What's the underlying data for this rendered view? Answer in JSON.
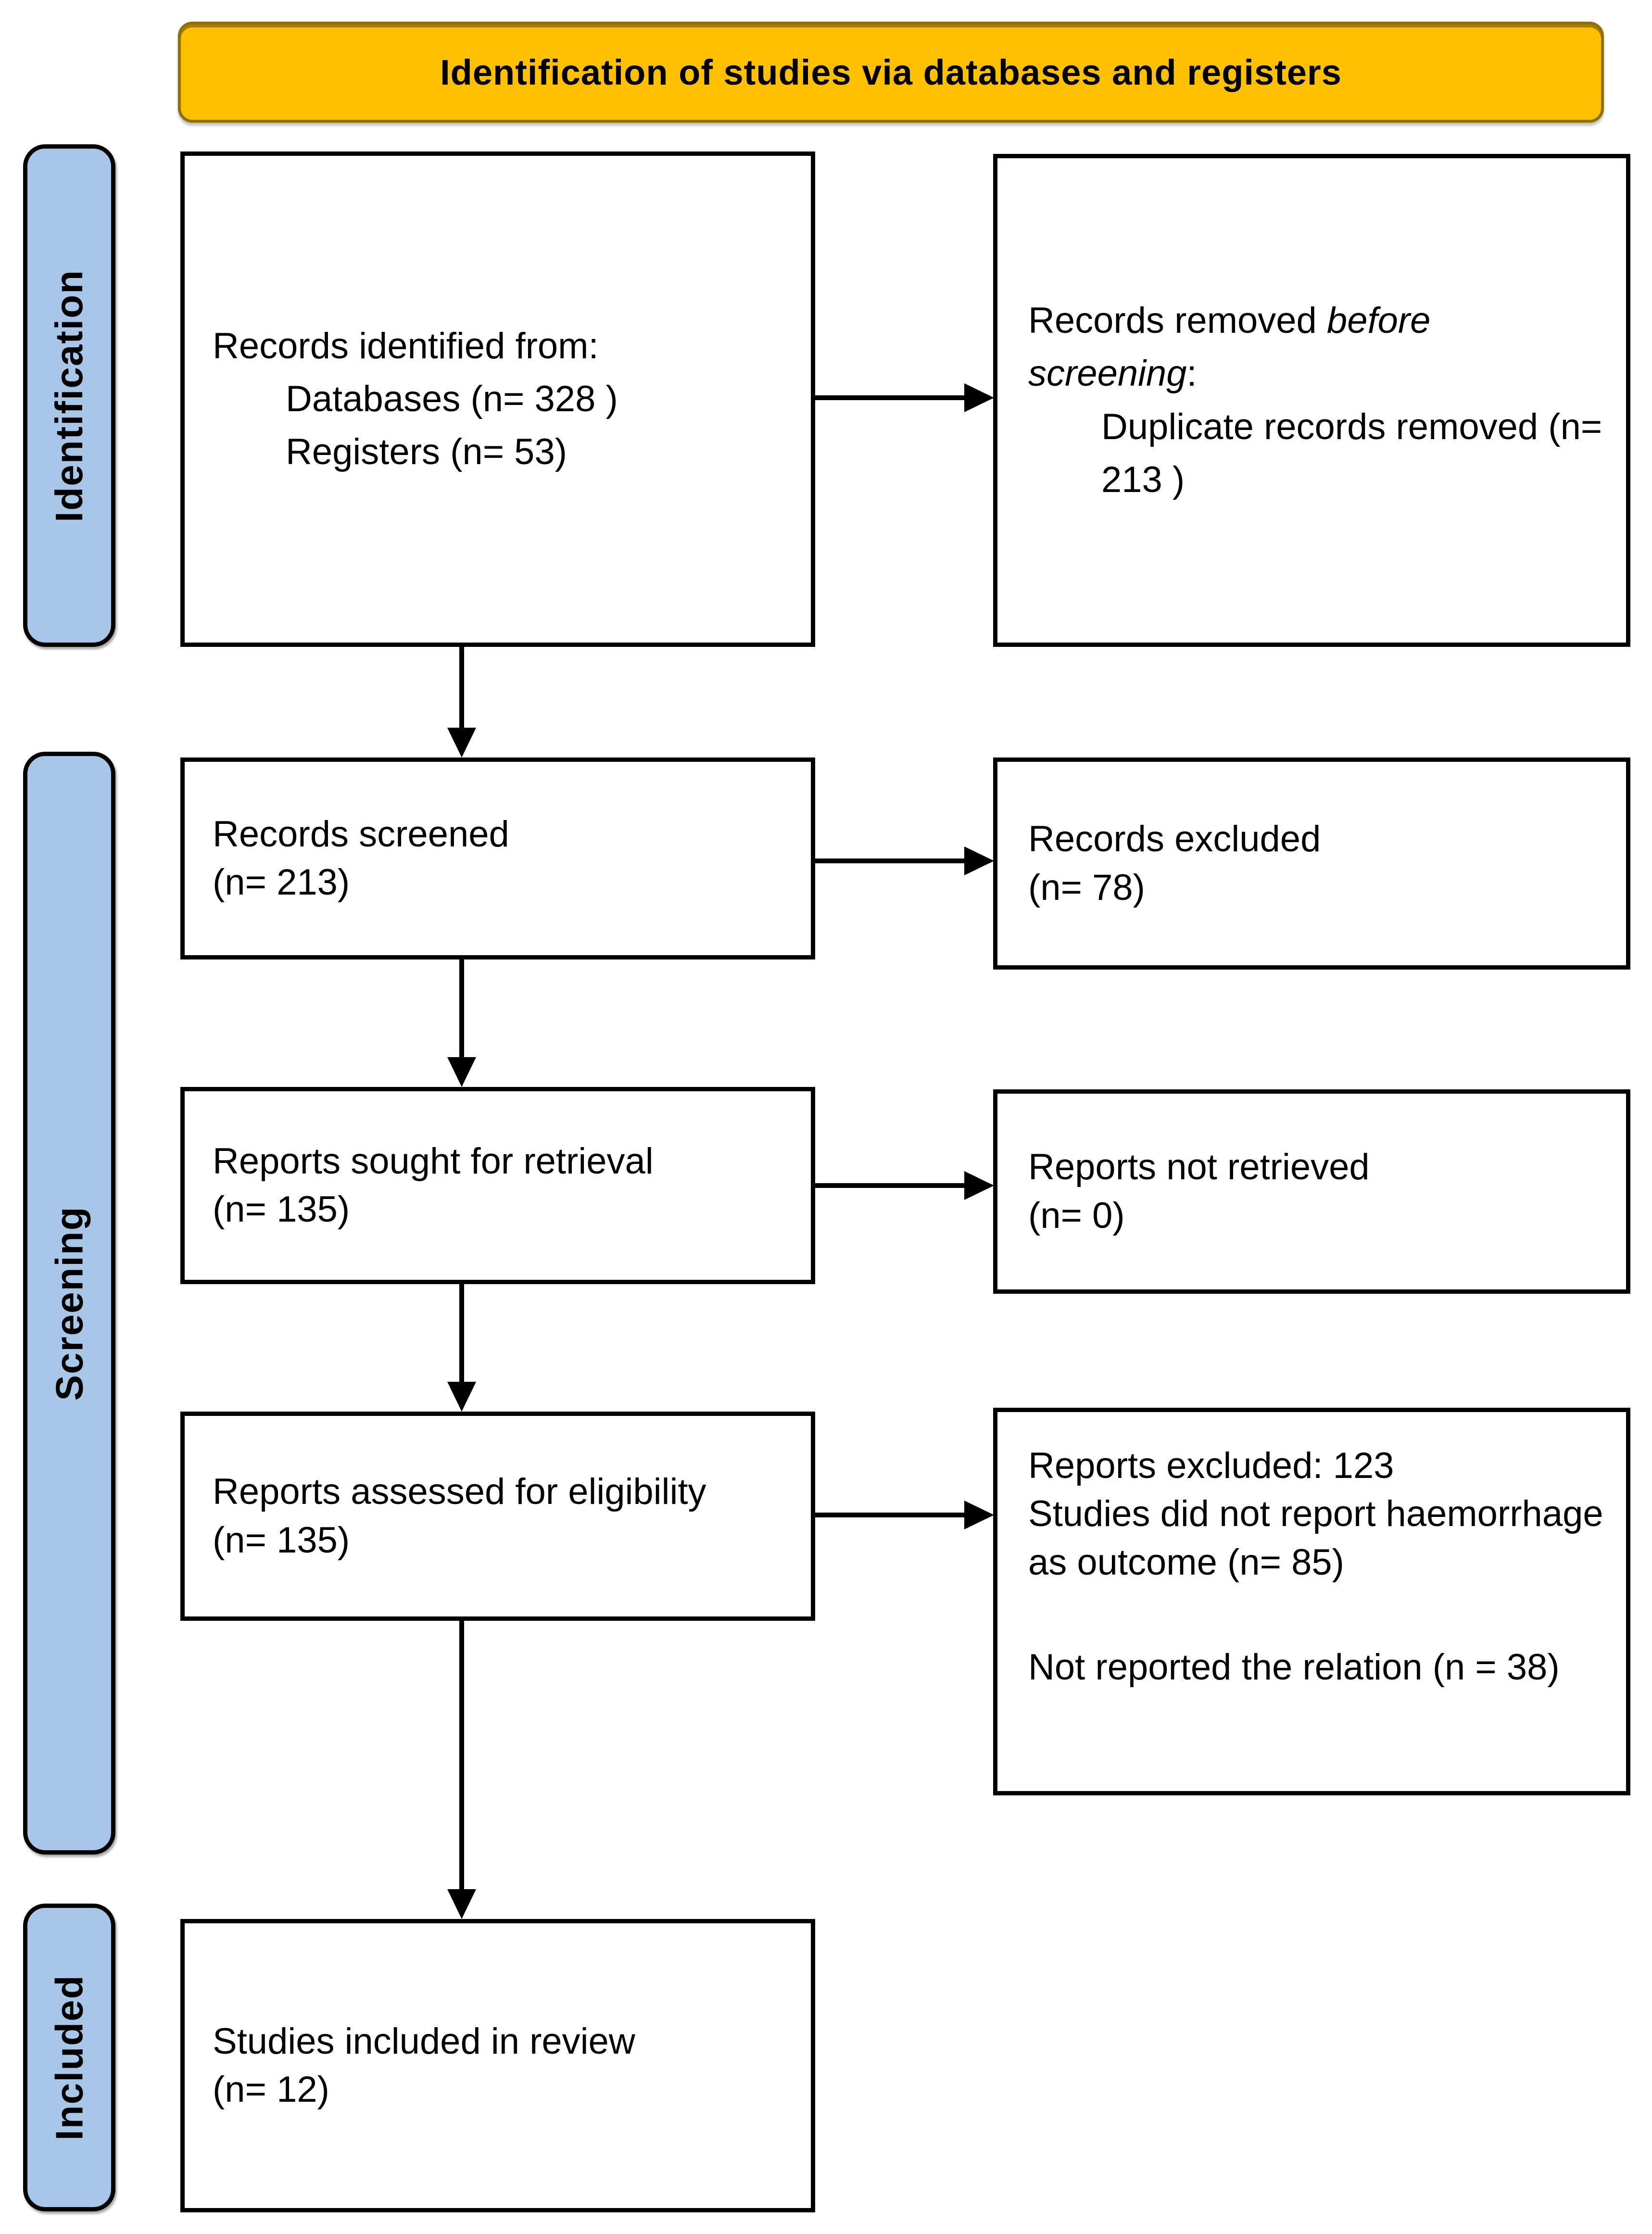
{
  "banner": {
    "label": "Identification of studies via databases and registers"
  },
  "stages": {
    "identification": "Identification",
    "screening": "Screening",
    "included": "Included"
  },
  "boxes": {
    "records_identified": {
      "intro": "Records identified from:",
      "databases": "Databases (n= 328 )",
      "registers": "Registers (n= 53)"
    },
    "records_removed": {
      "lead": "Records removed ",
      "emphasis": "before screening",
      "colon": ":",
      "detail": "Duplicate records removed (n= 213 )"
    },
    "records_screened": {
      "label": "Records screened",
      "n": "(n= 213)"
    },
    "records_excluded": {
      "label": "Records excluded",
      "n": "(n= 78)"
    },
    "reports_sought": {
      "label": "Reports sought for retrieval",
      "n": "(n= 135)"
    },
    "reports_not_retrieved": {
      "label": "Reports not retrieved",
      "n": "(n= 0)"
    },
    "reports_assessed": {
      "label": "Reports assessed for eligibility",
      "n": "(n= 135)"
    },
    "reports_excluded_detail": {
      "line1": "Reports excluded: 123",
      "line2": "Studies did not report haemorrhage as outcome (n= 85)",
      "line3": "Not reported the relation (n = 38)"
    },
    "studies_included": {
      "label": "Studies included in review",
      "n": "(n= 12)"
    }
  },
  "colors": {
    "banner_fill": "#FFC000",
    "banner_border": "#8F6F00",
    "stage_fill": "#A8C7E8",
    "box_border": "#000000"
  }
}
